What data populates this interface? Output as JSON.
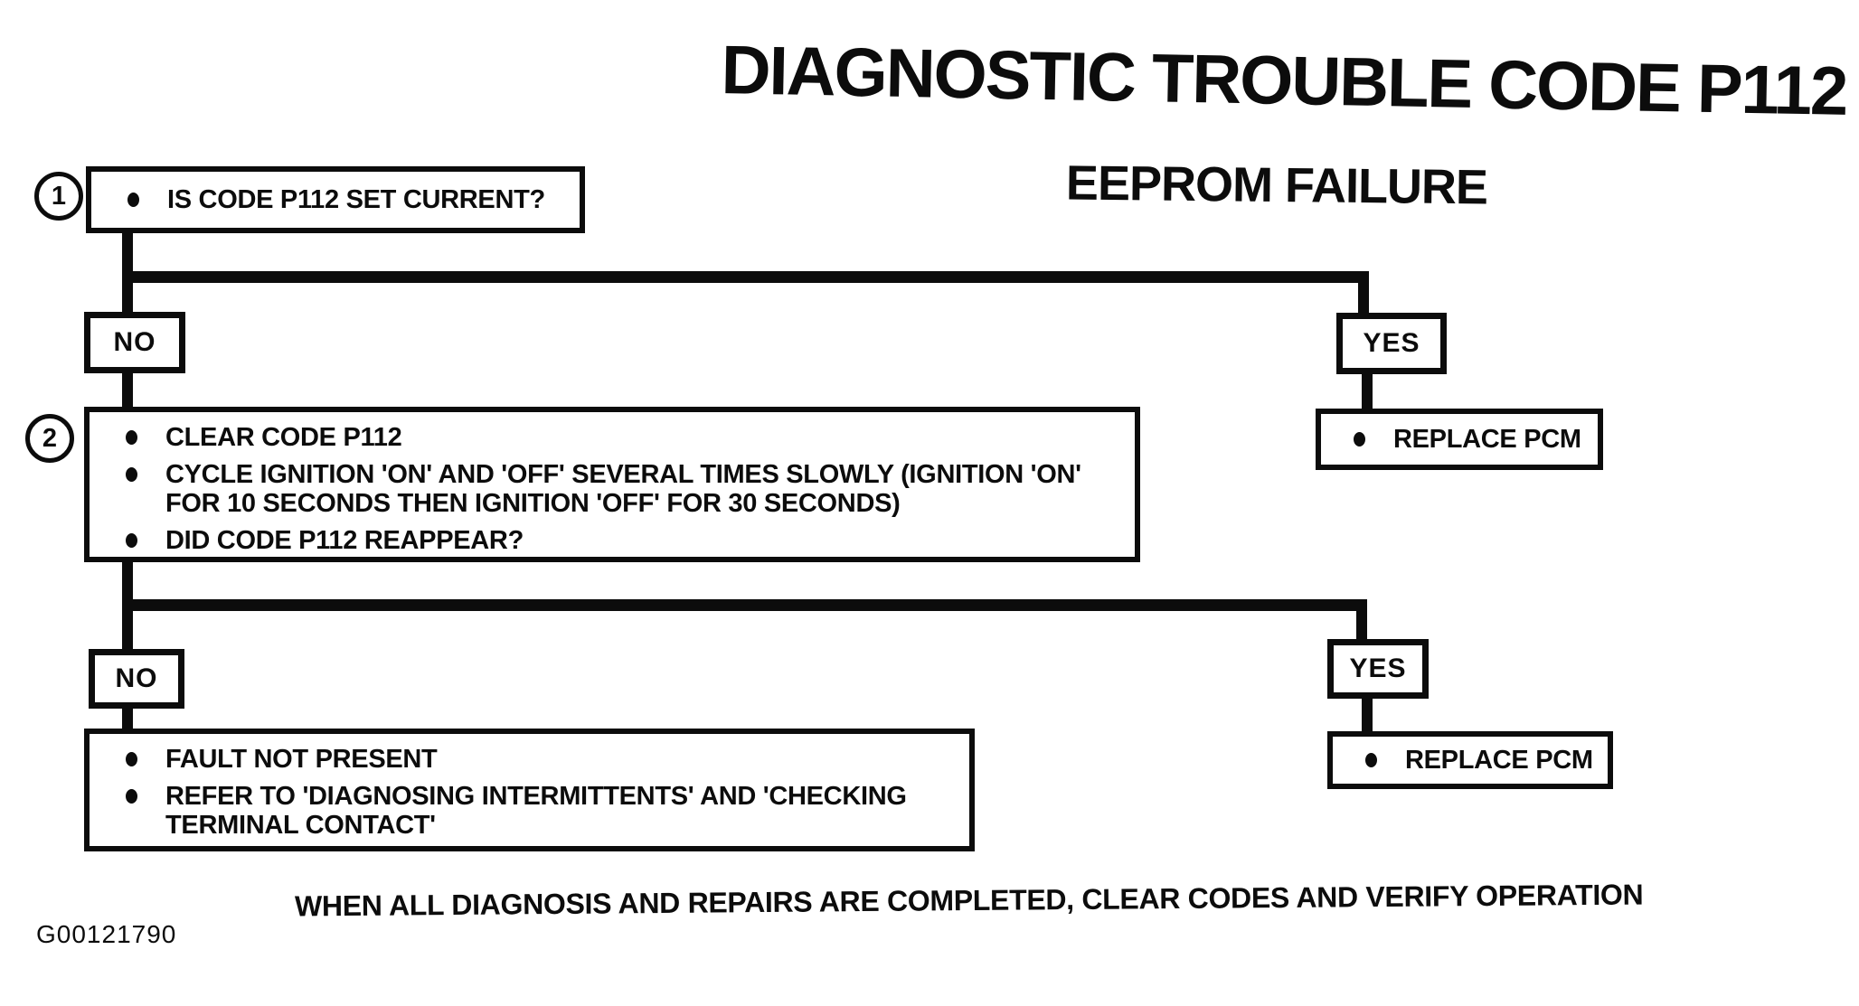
{
  "title": "DIAGNOSTIC TROUBLE CODE P112",
  "subtitle": "EEPROM FAILURE",
  "figure_code": "G00121790",
  "footer_note": "WHEN ALL DIAGNOSIS AND REPAIRS ARE COMPLETED, CLEAR CODES AND VERIFY OPERATION",
  "labels": {
    "no": "NO",
    "yes": "YES"
  },
  "steps": {
    "step1": {
      "number": "1",
      "question": "IS CODE P112 SET CURRENT?"
    },
    "step2": {
      "number": "2",
      "items": [
        "CLEAR  CODE P112",
        "CYCLE IGNITION 'ON' AND 'OFF' SEVERAL TIMES SLOWLY (IGNITION 'ON' FOR 10 SECONDS THEN IGNITION 'OFF' FOR 30 SECONDS)",
        "DID CODE P112 REAPPEAR?"
      ]
    }
  },
  "outcomes": {
    "yes1": {
      "items": [
        "REPLACE PCM"
      ]
    },
    "yes2": {
      "items": [
        "REPLACE PCM"
      ]
    },
    "no2": {
      "items": [
        "FAULT NOT PRESENT",
        "REFER TO 'DIAGNOSING INTERMITTENTS' AND 'CHECKING TERMINAL CONTACT'"
      ]
    }
  },
  "colors": {
    "ink": "#0c0c0c",
    "paper": "#ffffff"
  }
}
